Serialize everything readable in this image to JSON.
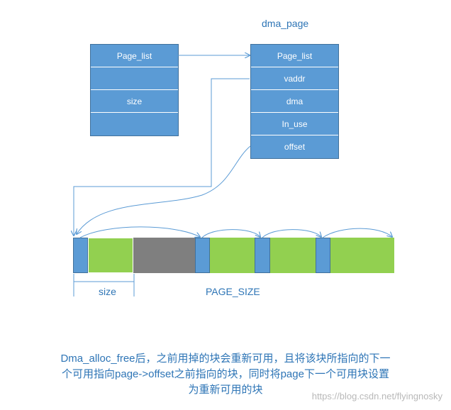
{
  "left_struct": {
    "cells": [
      "Page_list",
      "",
      "size",
      ""
    ]
  },
  "dma_page": {
    "title": "dma_page",
    "cells": [
      "Page_list",
      "vaddr",
      "dma",
      "In_use",
      "offset"
    ]
  },
  "memory_row": {
    "size_label": "size",
    "page_size_label": "PAGE_SIZE",
    "blocks": [
      {
        "kind": "header",
        "color": "#5b9bd5"
      },
      {
        "kind": "free",
        "color": "#92d050"
      },
      {
        "kind": "used",
        "color": "#7f7f7f"
      },
      {
        "kind": "header",
        "color": "#5b9bd5"
      },
      {
        "kind": "free",
        "color": "#92d050"
      },
      {
        "kind": "header",
        "color": "#5b9bd5"
      },
      {
        "kind": "free",
        "color": "#92d050"
      },
      {
        "kind": "header",
        "color": "#5b9bd5"
      },
      {
        "kind": "free",
        "color": "#92d050"
      }
    ]
  },
  "caption": {
    "line1": "Dma_alloc_free后，之前用掉的块会重新可用，且将该块所指向的下一",
    "line2": "个可用指向page->offset之前指向的块，同时将page下一个可用块设置",
    "line3": "为重新可用的块"
  },
  "watermark": "https://blog.csdn.net/flyingnosky",
  "colors": {
    "box_fill": "#5b9bd5",
    "box_border": "#41719c",
    "arrow": "#5b9bd5",
    "free": "#92d050",
    "used": "#7f7f7f",
    "text_blue": "#2e75b6"
  }
}
